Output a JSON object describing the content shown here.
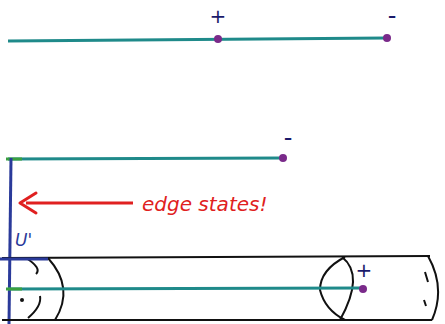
{
  "diagram": {
    "labels": [
      "+",
      "-",
      "-",
      "edge states!",
      "U'",
      "+"
    ]
  }
}
